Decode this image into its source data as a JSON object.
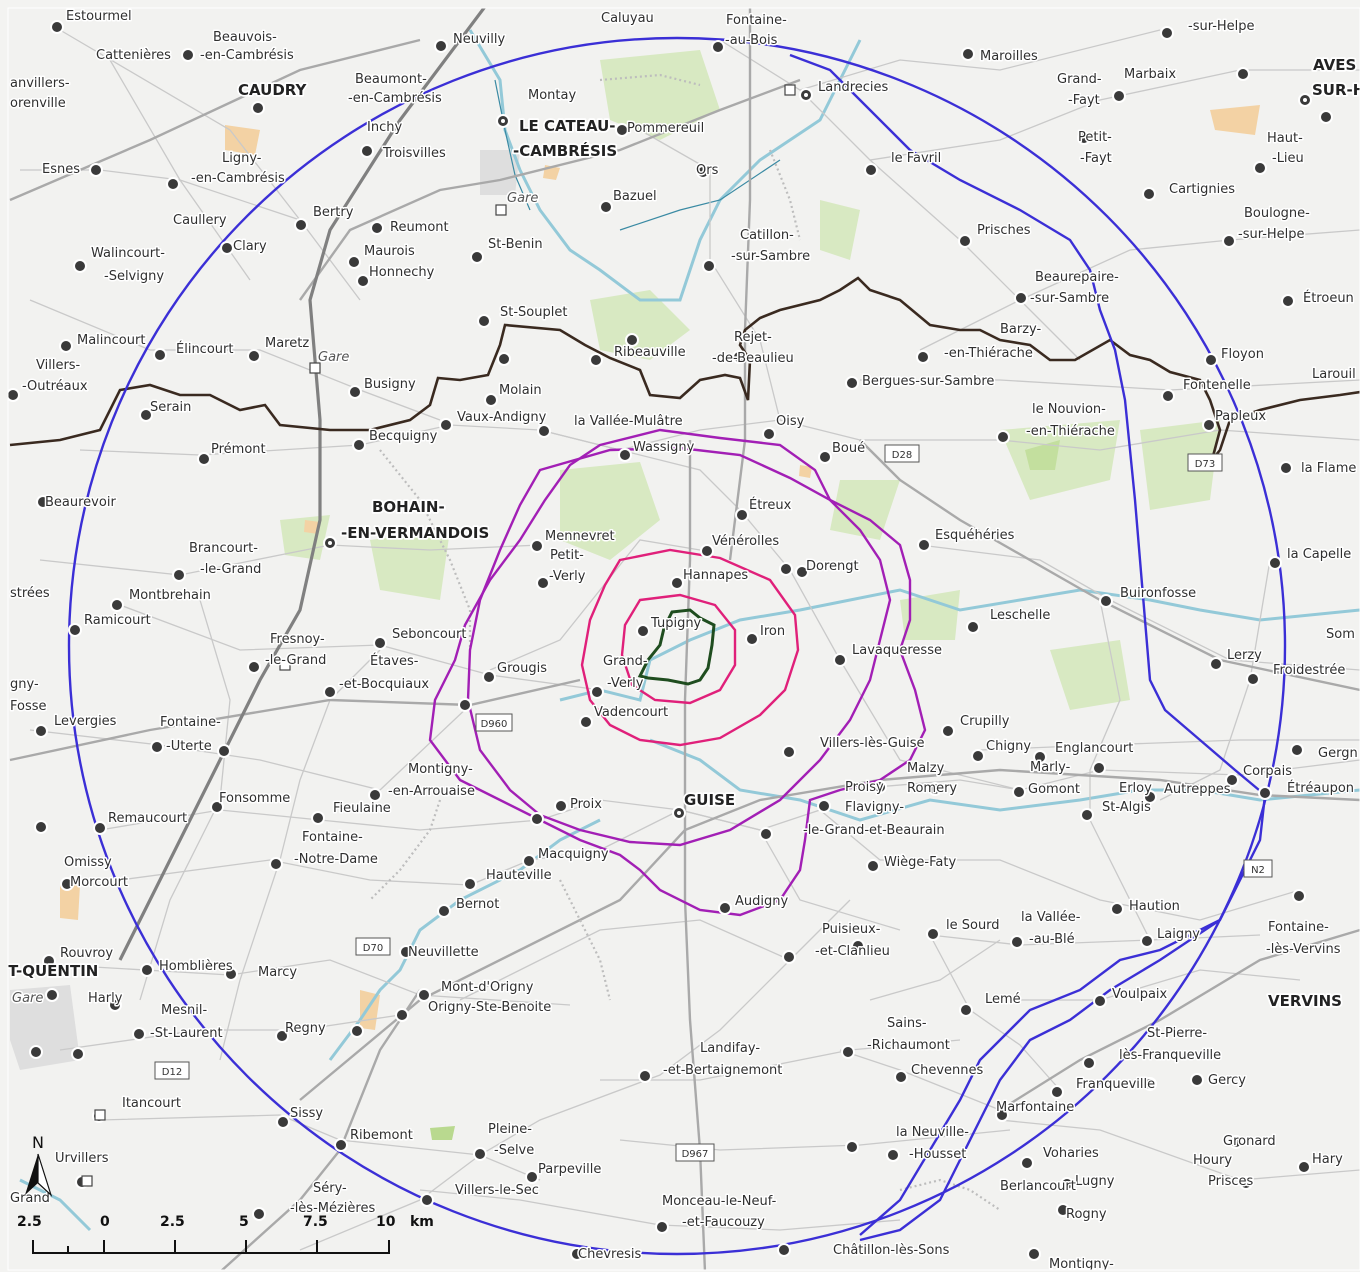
{
  "map": {
    "north_label": "N",
    "scale": {
      "ticks": [
        "2.5",
        "0",
        "2.5",
        "5",
        "7.5",
        "10"
      ],
      "unit": "km"
    },
    "colors": {
      "outer_circle": "#3b2fd6",
      "study_area": "#1f4d1f",
      "inner_ring": "#e0207a",
      "middle_ring": "#a21fb5",
      "border": "#3b2a20",
      "river": "#8ec9d6",
      "forest": "#d7e8c0",
      "town": "#f4cfa0"
    },
    "road_labels": [
      "D28",
      "D73",
      "D960",
      "D70",
      "D12",
      "D967",
      "N2"
    ],
    "places": {
      "estourmel": "Estourmel",
      "cattenieres": "Cattenières",
      "beauvois": "Beauvois-",
      "en_cambresis": "-en-Cambrésis",
      "caudry": "CAUDRY",
      "beaumont": "Beaumont-",
      "beaumont2": "-en-Cambrésis",
      "neuvilly": "Neuvilly",
      "caluyau": "Caluyau",
      "fontaine_au_bois": "Fontaine-",
      "fontaine_au_bois2": "-au-Bois",
      "maroilles": "Maroilles",
      "grand_fayt": "Grand-",
      "grand_fayt2": "-Fayt",
      "marbaix": "Marbaix",
      "avesnes": "AVES",
      "avesnes2": "SUR-H",
      "sur_helpe": "-sur-Helpe",
      "anvillers": "anvillers-",
      "orenville": "orenville",
      "montay": "Montay",
      "le_cateau": "LE CATEAU-",
      "le_cateau2": "-CAMBRÉSIS",
      "pommereuil": "Pommereuil",
      "landrecies": "Landrecies",
      "inchy": "Inchy",
      "troisvilles": "Troisvilles",
      "ligny": "Ligny-",
      "ligny2": "-en-Cambrésis",
      "petit_fayt": "Petit-",
      "petit_fayt2": "-Fayt",
      "haut_lieu": "Haut-",
      "haut_lieu2": "-Lieu",
      "esnes": "Esnes",
      "ors": "Ors",
      "le_favril": "le Favril",
      "bazuel": "Bazuel",
      "cartignies": "Cartignies",
      "caullery": "Caullery",
      "bertry": "Bertry",
      "clary": "Clary",
      "reumont": "Reumont",
      "maurois": "Maurois",
      "honnechy": "Honnechy",
      "st_benin": "St-Benin",
      "catillon": "Catillon-",
      "catillon2": "-sur-Sambre",
      "prisches": "Prisches",
      "boulogne": "Boulogne-",
      "boulogne2": "-sur-Helpe",
      "walincourt": "Walincourt-",
      "walincourt2": "-Selvigny",
      "beaurepaire": "Beaurepaire-",
      "beaurepaire2": "-sur-Sambre",
      "etroeungt": "Étroeun",
      "st_souplet": "St-Souplet",
      "malincourt": "Malincourt",
      "elincourt": "Élincourt",
      "maretz": "Maretz",
      "ribeauville": "Ribeauville",
      "rejet": "Rejet-",
      "rejet2": "-de-Beaulieu",
      "barzy": "Barzy-",
      "barzy2": "-en-Thiérache",
      "floyon": "Floyon",
      "villers_outreaux": "Villers-",
      "villers_outreaux2": "-Outréaux",
      "busigny": "Busigny",
      "molain": "Molain",
      "bergues": "Bergues-sur-Sambre",
      "fontenelle": "Fontenelle",
      "larouillies": "Larouil",
      "serain": "Serain",
      "vaux_andigny": "Vaux-Andigny",
      "la_vallee_mulatre": "la Vallée-Mulâtre",
      "oisy": "Oisy",
      "le_nouvion": "le Nouvion-",
      "le_nouvion2": "-en-Thiérache",
      "papleux": "Papleux",
      "becquigny": "Becquigny",
      "premont": "Prémont",
      "wassigny": "Wassigny",
      "boue": "Boué",
      "la_flamengrie": "la Flame",
      "beaurevoir": "Beaurevoir",
      "bohain": "BOHAIN-",
      "bohain2": "-EN-VERMANDOIS",
      "etreux": "Étreux",
      "mennevret": "Mennevret",
      "esqueheries": "Esquéhéries",
      "brancourt": "Brancourt-",
      "brancourt2": "-le-Grand",
      "petit_verly": "Petit-",
      "petit_verly2": "-Verly",
      "venerolles": "Vénérolles",
      "dorengt": "Dorengt",
      "la_capelle": "la Capelle",
      "estrees": "strées",
      "montbrehain": "Montbrehain",
      "hannapes": "Hannapes",
      "buironfosse": "Buironfosse",
      "ramicourt": "Ramicourt",
      "leschelle": "Leschelle",
      "sommeron": "Som",
      "tupigny": "Tupigny",
      "iron": "Iron",
      "seboncourt": "Seboncourt",
      "fresnoy": "Fresnoy-",
      "fresnoy2": "-le-Grand",
      "etaves": "Étaves-",
      "etaves2": "-et-Bocquiaux",
      "grougis": "Grougis",
      "grand_verly": "Grand-",
      "grand_verly2": "-Verly",
      "lavaqueresse": "Lavaqueresse",
      "lerzy": "Lerzy",
      "froidestrees": "Froidestrée",
      "gny": "gny-",
      "fosse": "Fosse",
      "levergies": "Levergies",
      "fontaine_uterte": "Fontaine-",
      "fontaine_uterte2": "-Uterte",
      "vadencourt": "Vadencourt",
      "crupilly": "Crupilly",
      "chigny": "Chigny",
      "englancourt": "Englancourt",
      "villers_les_guise": "Villers-lès-Guise",
      "montigny_arrouaise": "Montigny-",
      "montigny_arrouaise2": "-en-Arrouaise",
      "malzy": "Malzy",
      "marly_gomont": "Marly-",
      "marly_gomont2": "Gomont",
      "gergny": "Gergn",
      "fonsomme": "Fonsomme",
      "proisy": "Proisy",
      "romery": "Romery",
      "erloy": "Erloy",
      "autreppes": "Autreppes",
      "effry": "Étréaupon",
      "remaucourt": "Remaucourt",
      "fieulaine": "Fieulaine",
      "proix": "Proix",
      "guise": "GUISE",
      "flavigny": "Flavigny-",
      "flavigny2": "-le-Grand-et-Beaurain",
      "st_algis": "St-Algis",
      "corpais": "Corpais",
      "fontaine_nd": "Fontaine-",
      "fontaine_nd2": "-Notre-Dame",
      "omissy": "Omissy",
      "morcourt": "Morcourt",
      "macquigny": "Macquigny",
      "wiege_faty": "Wiège-Faty",
      "hauteville": "Hauteville",
      "audigny": "Audigny",
      "bernot": "Bernot",
      "hautio": "Haution",
      "fontaine_vervins": "Fontaine-",
      "fontaine_vervins2": "-lès-Vervins",
      "rouvroy": "Rouvroy",
      "puisieux": "Puisieux-",
      "puisieux2": "-et-Clanlieu",
      "le_sourd": "le Sourd",
      "la_vallee_au_ble": "la Vallée-",
      "la_vallee_au_ble2": "-au-Blé",
      "laigny": "Laigny",
      "st_quentin": "T-QUENTIN",
      "homblieres": "Homblières",
      "marcy": "Marcy",
      "neuvillette": "Neuvillette",
      "harly": "Harly",
      "mont_origny": "Mont-d'Origny",
      "origny": "Origny-Ste-Benoite",
      "leme": "Lemé",
      "voulpaix": "Voulpaix",
      "vervins": "VERVINS",
      "mesnil": "Mesnil-",
      "mesnil2": "-St-Laurent",
      "regny": "Regny",
      "sains": "Sains-",
      "sains2": "-Richaumont",
      "st_pierre": "St-Pierre-",
      "st_pierre2": "lès-Franqueville",
      "landifay": "Landifay-",
      "landifay2": "-et-Bertaignemont",
      "chevennes": "Chevennes",
      "franqueville": "Franqueville",
      "gercy": "Gercy",
      "itancourt": "Itancourt",
      "marfontaine": "Marfontaine",
      "sissy": "Sissy",
      "ribemont": "Ribemont",
      "pleine_selve": "Pleine-",
      "pleine_selve2": "-Selve",
      "la_neuville_housset": "la Neuville-",
      "la_neuville_housset2": "-Housset",
      "gronard": "Gronard",
      "urvillers": "Urvillers",
      "vohari": "Voharies",
      "houry": "Houry",
      "hary": "Hary",
      "parpeville": "Parpeville",
      "lugny": "Lugny",
      "prisces": "Prisces",
      "sery": "Séry-",
      "sery2": "-lès-Mézières",
      "villers_le_sec": "Villers-le-Sec",
      "berlancourt": "Berlancourt",
      "rogny": "Rogny",
      "monceau": "Monceau-le-Neuf-",
      "monceau2": "-et-Faucouzy",
      "chevresis": "Chevresis",
      "chatillon": "Châtillon-lès-Sons",
      "montigny_sous_marle": "Montigny-",
      "grand_left": "Grand",
      "gare1": "Gare",
      "gare2": "Gare",
      "gare3": "Gare"
    }
  }
}
